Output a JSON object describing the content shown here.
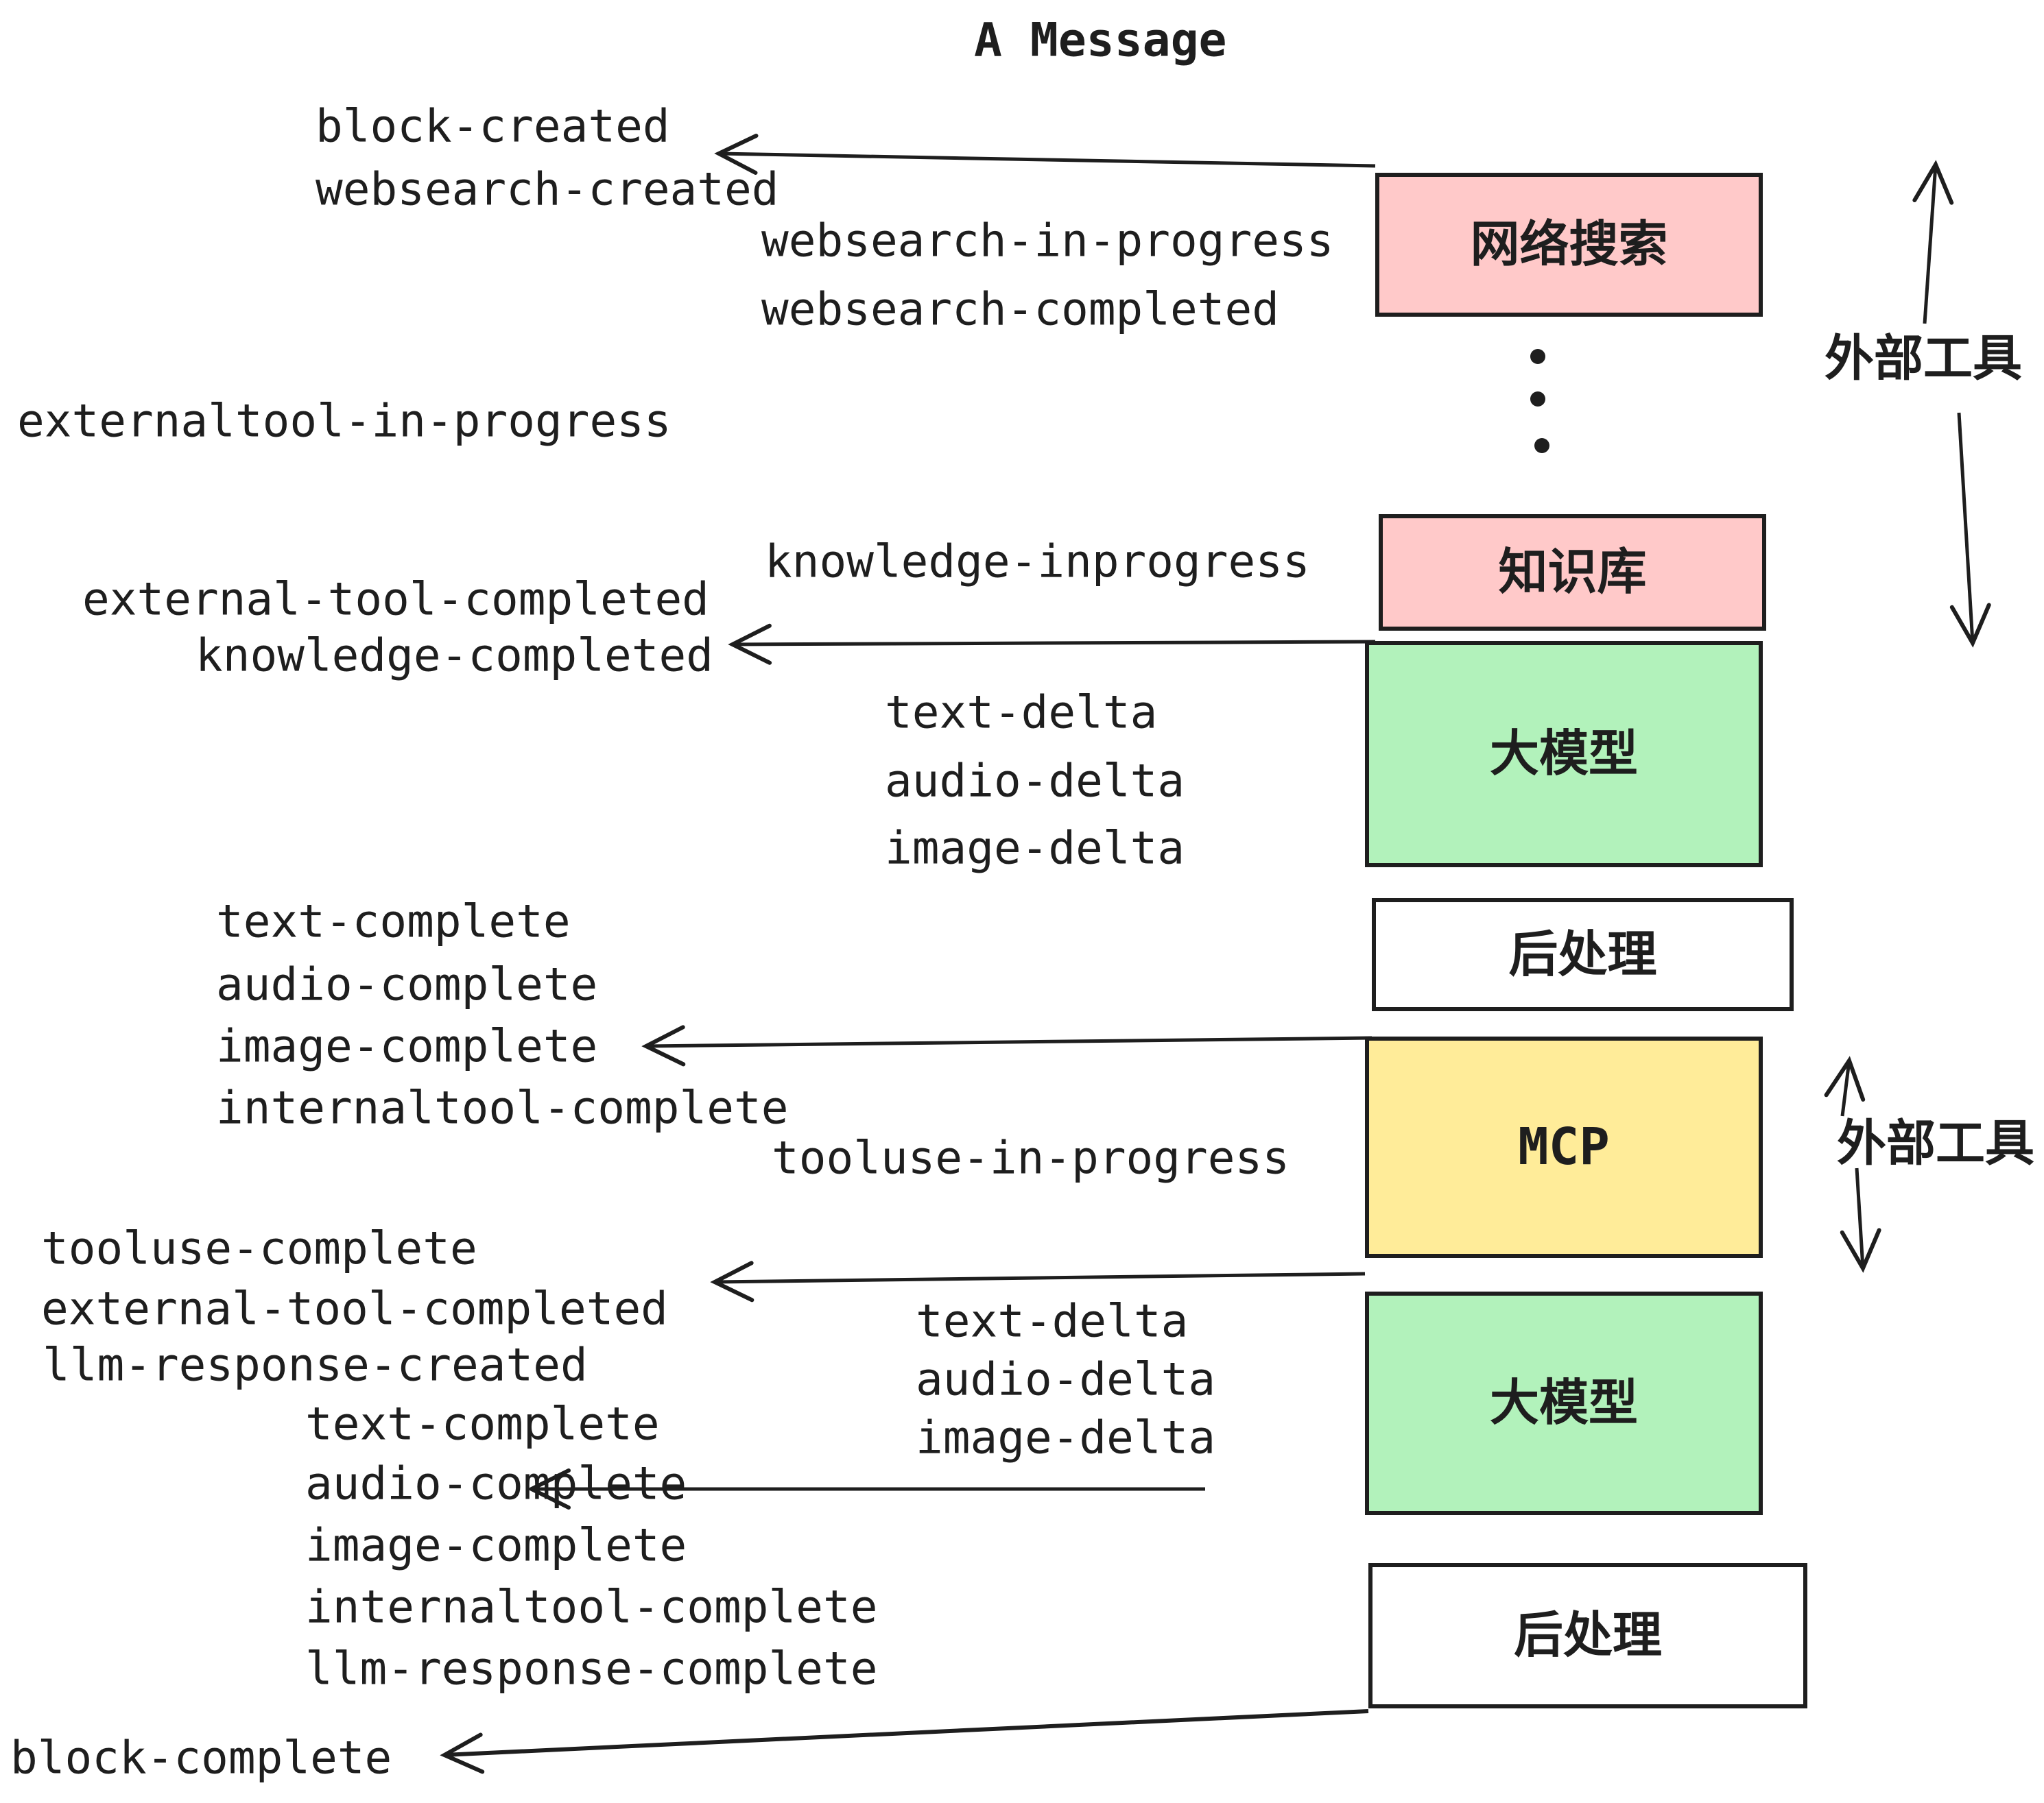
{
  "title": "A Message",
  "colors": {
    "stroke": "#1e1e1e",
    "box_pink": "#ffc9c9",
    "box_green": "#b2f2bb",
    "box_yellow": "#ffec99",
    "box_white": "#ffffff"
  },
  "events": {
    "block_created": "block-created",
    "websearch_created": "websearch-created",
    "websearch_in_progress": "websearch-in-progress",
    "websearch_completed": "websearch-completed",
    "externaltool_in_progress": "externaltool-in-progress",
    "knowledge_inprogress": "knowledge-inprogress",
    "external_tool_completed": "external-tool-completed",
    "knowledge_completed": "knowledge-completed",
    "text_delta": "text-delta",
    "audio_delta": "audio-delta",
    "image_delta": "image-delta",
    "text_complete": "text-complete",
    "audio_complete": "audio-complete",
    "image_complete": "image-complete",
    "internaltool_complete": "internaltool-complete",
    "tooluse_in_progress": "tooluse-in-progress",
    "tooluse_complete": "tooluse-complete",
    "llm_response_created": "llm-response-created",
    "llm_response_complete": "llm-response-complete",
    "block_complete": "block-complete"
  },
  "boxes": {
    "websearch": "网络搜索",
    "knowledge": "知识库",
    "llm": "大模型",
    "post_processing": "后处理",
    "mcp": "MCP"
  },
  "annotations": {
    "external_tools": "外部工具"
  }
}
